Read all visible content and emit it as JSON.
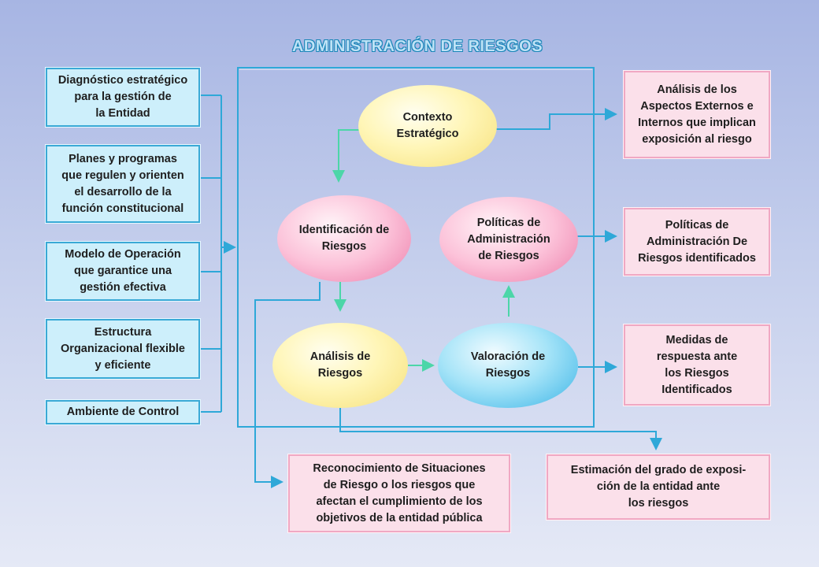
{
  "title": "ADMINISTRACIÓN DE RIESGOS",
  "left_boxes": [
    {
      "label": "Diagnóstico estratégico\npara la gestión de\nla Entidad"
    },
    {
      "label": "Planes y programas\nque regulen y orienten\nel desarrollo de la\nfunción constitucional"
    },
    {
      "label": "Modelo de Operación\nque garantice una\ngestión efectiva"
    },
    {
      "label": "Estructura\nOrganizacional flexible\ny eficiente"
    },
    {
      "label": "Ambiente de Control"
    }
  ],
  "ellipses": {
    "contexto": "Contexto\nEstratégico",
    "identificacion": "Identificación de\nRiesgos",
    "politicas": "Políticas de\nAdministración\nde Riesgos",
    "analisis": "Análisis de\nRiesgos",
    "valoracion": "Valoración de\nRiesgos"
  },
  "right_boxes": [
    {
      "label": "Análisis de los\nAspectos Externos e\nInternos que implican\nexposición al riesgo"
    },
    {
      "label": "Políticas de\nAdministración De\nRiesgos identificados"
    },
    {
      "label": "Medidas de\nrespuesta ante\nlos Riesgos\nIdentificados"
    }
  ],
  "bottom_boxes": {
    "reconocimiento": "Reconocimiento de Situaciones\nde Riesgo o  los riesgos que\nafectan el cumplimiento de los\nobjetivos de la entidad pública",
    "estimacion": "Estimación del grado de exposi-\nción de la entidad ante\nlos riesgos"
  },
  "colors": {
    "connector": "#2ea8d8",
    "green_arrow": "#4cd6a8",
    "left_box_fill": "#cdeffb",
    "pink_box_fill": "#fbe0ea"
  }
}
